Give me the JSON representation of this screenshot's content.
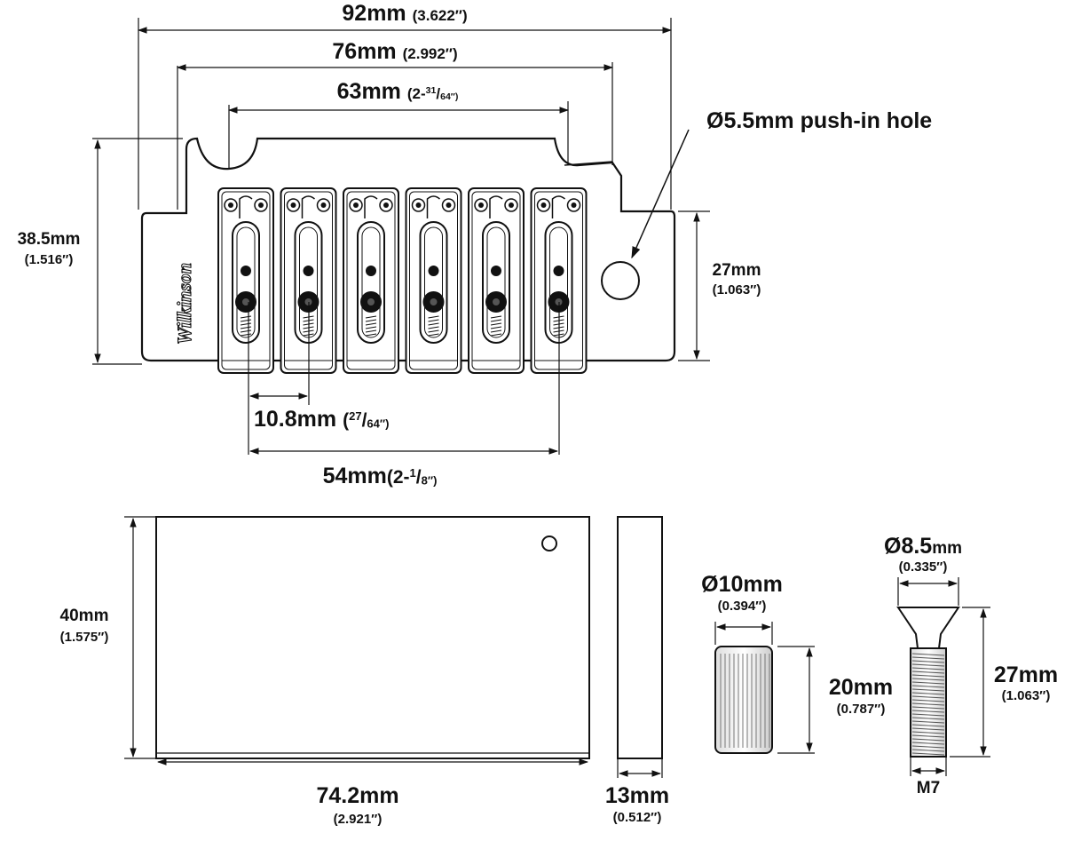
{
  "bridge": {
    "overall_width": {
      "metric": "92mm",
      "imperial": "(3.622″)"
    },
    "width_76": {
      "metric": "76mm",
      "imperial": "(2.992″)"
    },
    "width_63": {
      "metric": "63mm",
      "imperial_whole": "(2-",
      "imperial_num": "31",
      "imperial_den": "64″)"
    },
    "height": {
      "metric": "38.5mm",
      "imperial": "(1.516″)"
    },
    "wing_height": {
      "metric": "27mm",
      "imperial": "(1.063″)"
    },
    "push_in_hole": "Ø5.5mm push-in hole",
    "saddle_spacing": {
      "metric": "10.8mm",
      "imperial_open": "(",
      "imperial_num": "27",
      "imperial_den": "64″)"
    },
    "string_spread": {
      "metric": "54mm",
      "imperial_whole": "(2-",
      "imperial_num": "1",
      "imperial_den": "8″)"
    },
    "logo_text": "Wilkinson",
    "saddle_count": 6
  },
  "block": {
    "height": {
      "metric": "40mm",
      "imperial": "(1.575″)"
    },
    "length": {
      "metric": "74.2mm",
      "imperial": "(2.921″)"
    },
    "thickness": {
      "metric": "13mm",
      "imperial": "(0.512″)"
    }
  },
  "ferrule": {
    "diameter": {
      "metric": "Ø10mm",
      "imperial": "(0.394″)"
    },
    "length": {
      "metric": "20mm",
      "imperial": "(0.787″)"
    }
  },
  "screw": {
    "diameter": {
      "metric_big": "Ø8.5",
      "metric_unit": "mm",
      "imperial": "(0.335″)"
    },
    "length": {
      "metric": "27mm",
      "imperial": "(1.063″)"
    },
    "thread": "M7"
  }
}
